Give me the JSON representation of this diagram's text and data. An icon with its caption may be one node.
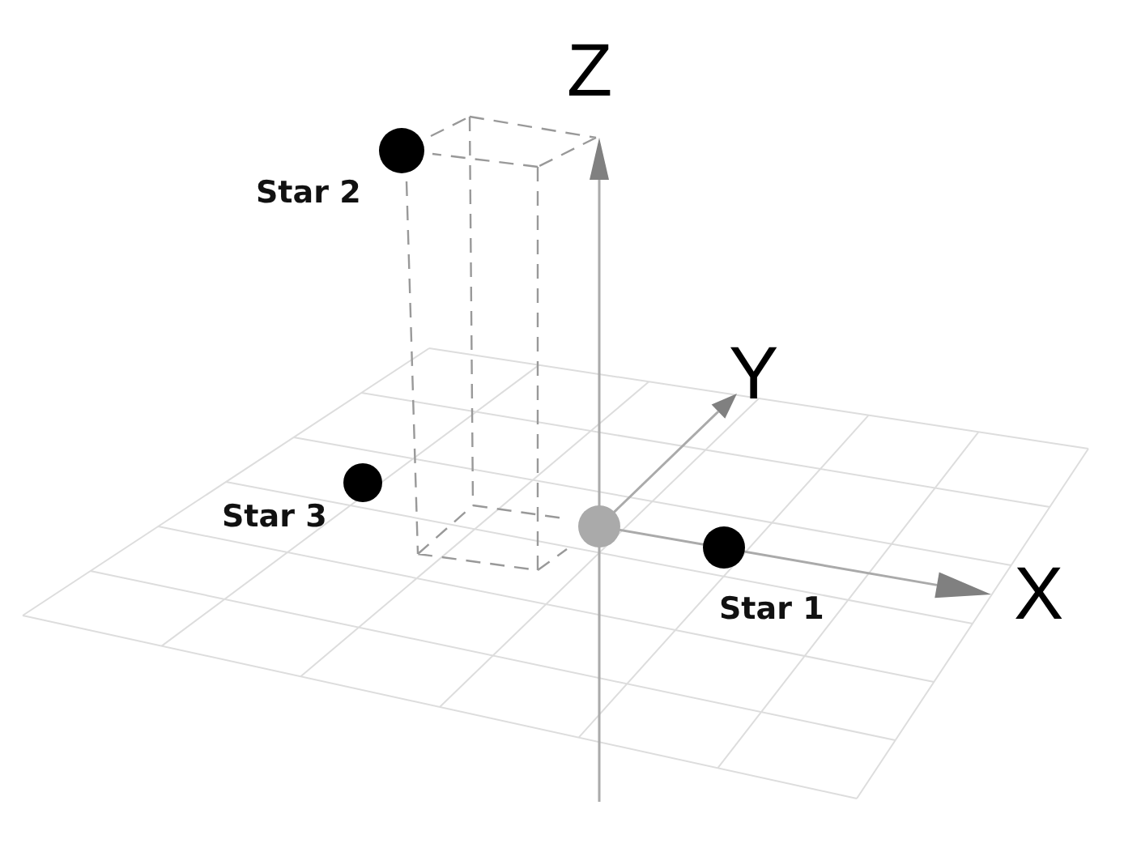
{
  "diagram": {
    "nodes": [
      {
        "text": [
          "Star 2"
        ]
      },
      {
        "text": [
          "Star 3"
        ]
      },
      {
        "text": [],
        "shape": "circle"
      },
      {
        "text": [
          "Star 1"
        ]
      }
    ],
    "labels": [
      "Z",
      "Y",
      "X"
    ]
  }
}
